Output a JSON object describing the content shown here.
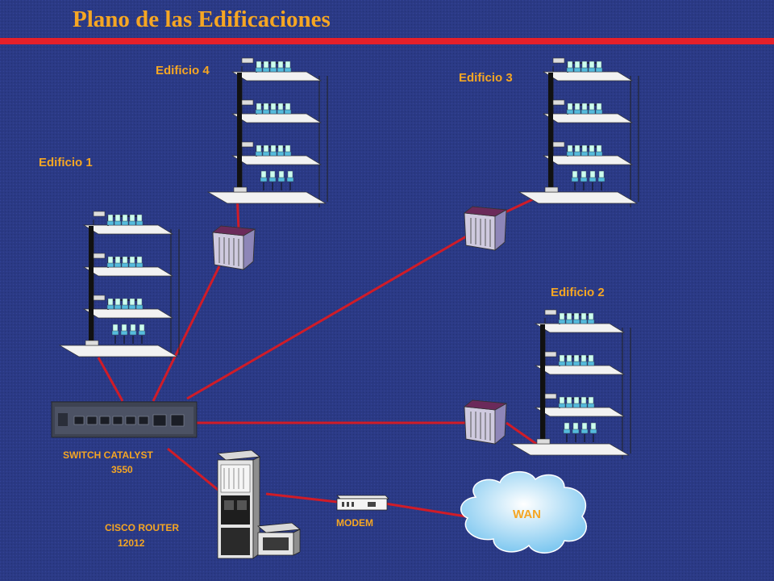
{
  "title": "Plano de las Edificaciones",
  "buildings": [
    {
      "label": "Edificio 4"
    },
    {
      "label": "Edificio 3"
    },
    {
      "label": "Edificio 1"
    },
    {
      "label": "Edificio 2"
    }
  ],
  "devices": {
    "switch": {
      "line1": "SWITCH CATALYST",
      "line2": "3550"
    },
    "router": {
      "line1": "CISCO ROUTER",
      "line2": "12012"
    },
    "modem": "MODEM",
    "wan": "WAN"
  },
  "colors": {
    "background": "#2B3A85",
    "title_bar": "#E5202A",
    "label": "#F5A623",
    "link": "#D01C28"
  }
}
